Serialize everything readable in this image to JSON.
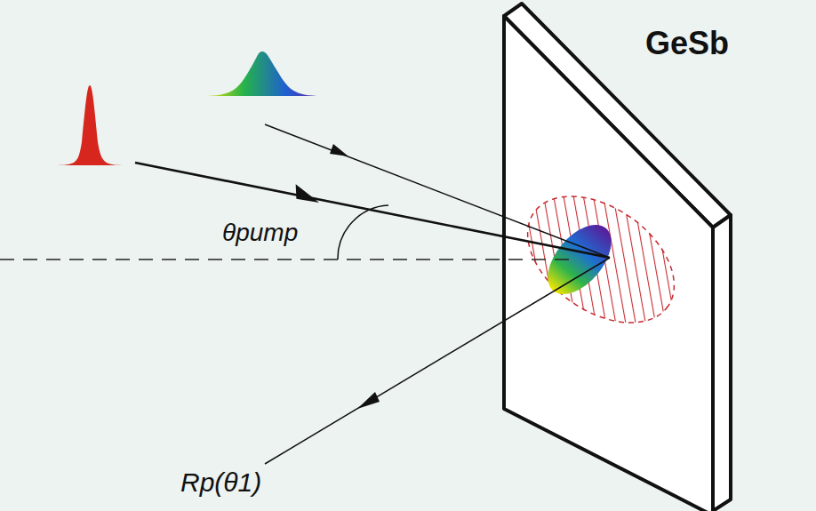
{
  "diagram": {
    "labels": [
      "GeSb",
      "θpump",
      "Rp(θ1)"
    ]
  }
}
